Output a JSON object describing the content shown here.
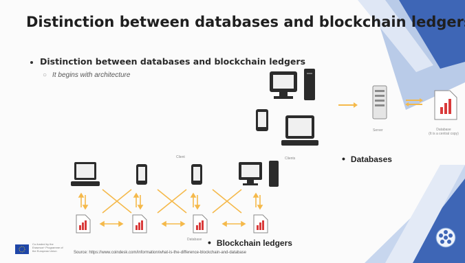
{
  "slide": {
    "title": "Distinction between databases and blockchain ledgers",
    "bullet": "Distinction between databases and blockchain ledgers",
    "sub_bullet": "It begins with architecture",
    "label_databases": "Databases",
    "label_blockchain": "Blockchain ledgers",
    "source": "Source: https://www.coindesk.com/information/what-is-the-difference-blockchain-and-database"
  },
  "diagram_small_labels": {
    "server": "Server",
    "database": "Database\n(It is a central copy)",
    "client": "Client",
    "clients": "Clients",
    "ledger": "Database"
  },
  "footer": {
    "partner_text": "Co-funded by the Erasmus+ Programme of the European Union"
  },
  "colors": {
    "accent_blue": "#2d5db3",
    "light_blue": "#a9c3e8",
    "arrow_orange": "#f5b94a",
    "report_red": "#d93a3a"
  }
}
